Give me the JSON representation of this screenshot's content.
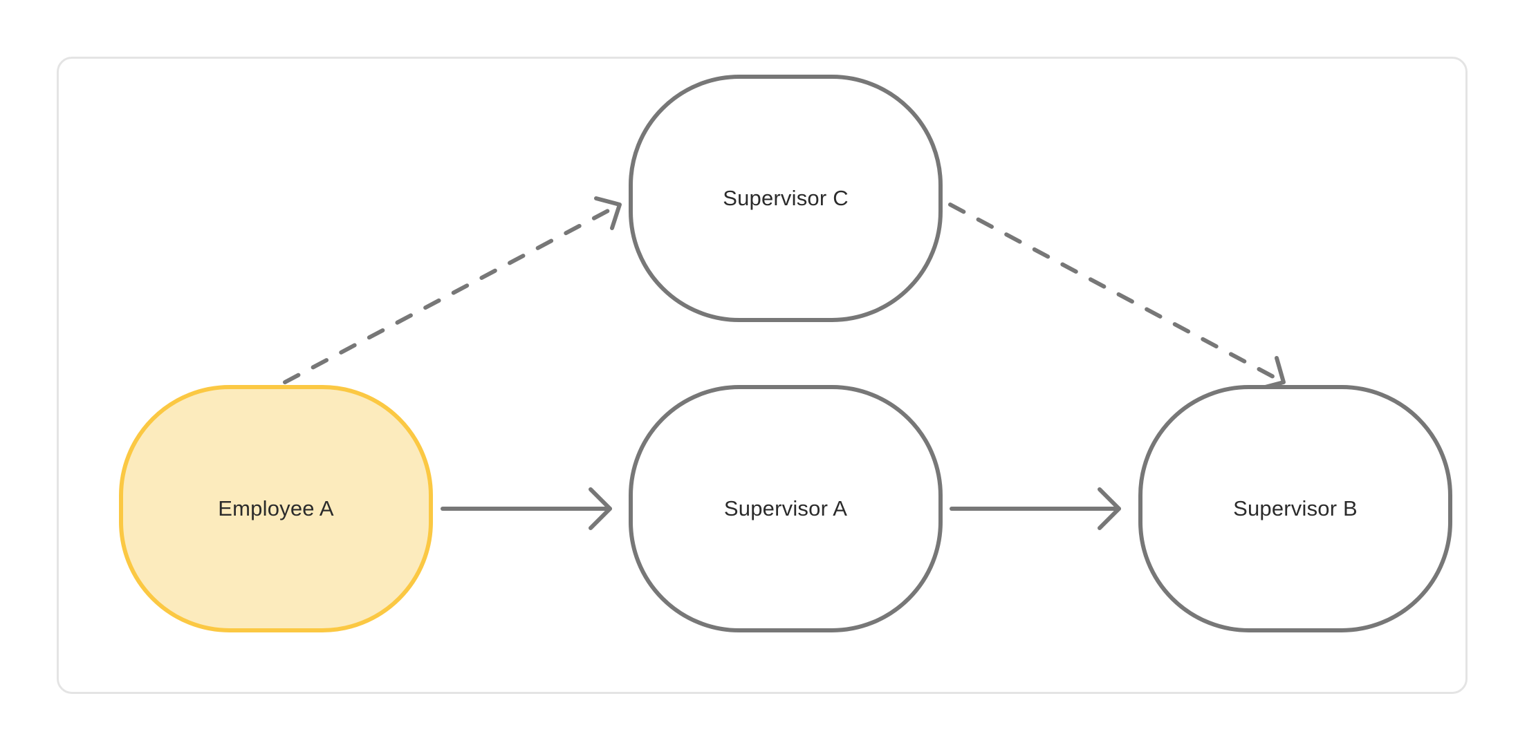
{
  "diagram": {
    "nodes": [
      {
        "id": "employee-a",
        "label": "Employee A",
        "highlighted": true
      },
      {
        "id": "supervisor-a",
        "label": "Supervisor A",
        "highlighted": false
      },
      {
        "id": "supervisor-b",
        "label": "Supervisor B",
        "highlighted": false
      },
      {
        "id": "supervisor-c",
        "label": "Supervisor C",
        "highlighted": false
      }
    ],
    "edges": [
      {
        "from": "employee-a",
        "to": "supervisor-a",
        "style": "solid"
      },
      {
        "from": "supervisor-a",
        "to": "supervisor-b",
        "style": "solid"
      },
      {
        "from": "employee-a",
        "to": "supervisor-c",
        "style": "dashed"
      },
      {
        "from": "supervisor-c",
        "to": "supervisor-b",
        "style": "dashed"
      }
    ]
  },
  "colors": {
    "edge": "#777777",
    "node_border": "#777777",
    "highlight_fill": "#fcebbd",
    "highlight_border": "#fbc843",
    "frame_border": "#e4e4e4",
    "text": "#2b2b2b"
  }
}
